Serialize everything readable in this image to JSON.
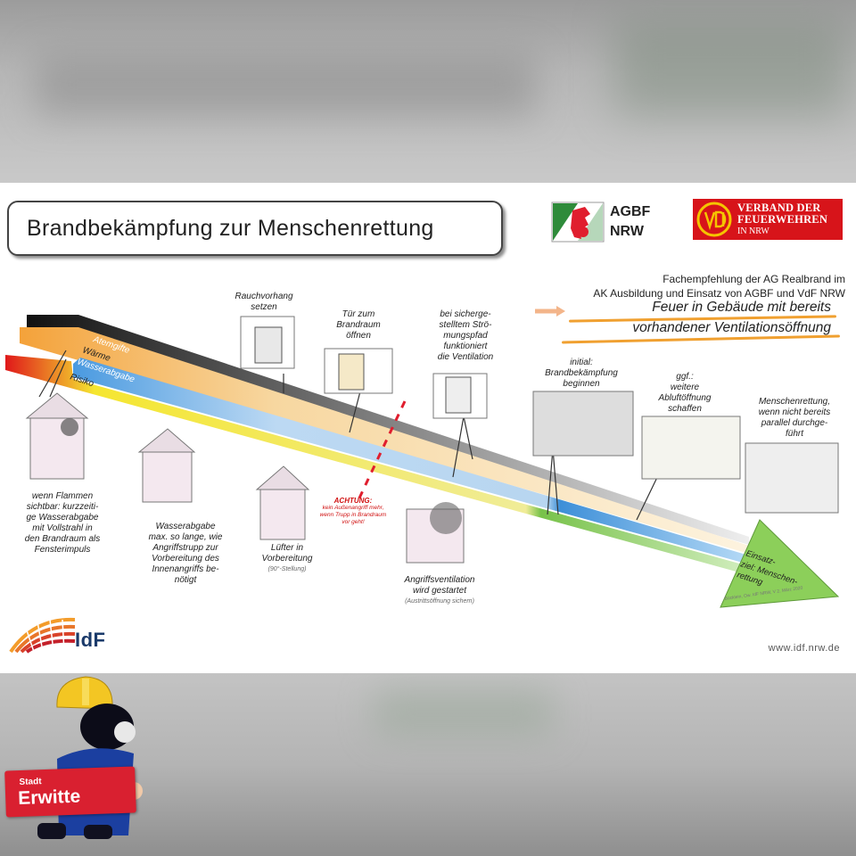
{
  "slide": {
    "title": "Brandbekämpfung zur Menschenrettung",
    "logo_agbf": [
      "AGBF",
      "NRW"
    ],
    "logo_vdf": [
      "VERBAND DER",
      "FEUERWEHREN",
      "IN NRW"
    ],
    "fachempfehlung": [
      "Fachempfehlung der AG Realbrand im",
      "AK Ausbildung und Einsatz von AGBF und VdF NRW"
    ],
    "subtitle": [
      "Feuer in Gebäude mit bereits",
      "vorhandener Ventilationsöffnung"
    ],
    "bands": [
      {
        "label": "Atemgifte",
        "color": "#1b1b1b"
      },
      {
        "label": "Wärme",
        "color": "#f4a23a"
      },
      {
        "label": "Wasserabgabe",
        "color": "#3d8fd8"
      },
      {
        "label": "Risiko",
        "color": "#e0181a"
      }
    ],
    "steps": {
      "s1": [
        "wenn Flammen",
        "sichtbar: kurzzeiti-",
        "ge Wasserabgabe",
        "mit Vollstrahl in",
        "den Brandraum als",
        "Fensterimpuls"
      ],
      "s2": [
        "Wasserabgabe",
        "max. so lange, wie",
        "Angriffstrupp zur",
        "Vorbereitung des",
        "Innenangriffs be-",
        "nötigt"
      ],
      "s3": [
        "Rauchvorhang",
        "setzen"
      ],
      "s4": [
        "Lüfter in",
        "Vorbereitung"
      ],
      "s4_sub": "(90°-Stellung)",
      "s5": [
        "Tür zum",
        "Brandraum",
        "öffnen"
      ],
      "s6_head": "ACHTUNG:",
      "s6_body": [
        "kein Außenangriff mehr,",
        "wenn Trupp in Brandraum",
        "vor geht!"
      ],
      "s7": [
        "bei sicherge-",
        "stelltem Strö-",
        "mungspfad",
        "funktioniert",
        "die Ventilation"
      ],
      "s8": [
        "Angriffsventilation",
        "wird gestartet"
      ],
      "s8_sub": "(Austrittsöffnung sichern)",
      "s9": [
        "initial:",
        "Brandbekämpfung",
        "beginnen"
      ],
      "s10": [
        "ggf.:",
        "weitere",
        "Abluftöffnung",
        "schaffen"
      ],
      "s11": [
        "Menschenrettung,",
        "wenn nicht bereits",
        "parallel durchge-",
        "führt"
      ],
      "goal": [
        "Einsatz-",
        "ziel: Menschen-",
        "rettung"
      ]
    },
    "credit": "Bücklein, Ow. IdF NRW, V 2, März 2020",
    "idf_logo": "IdF",
    "footer_url": "www.idf.nrw.de"
  },
  "mascot": {
    "line1": "Stadt",
    "line2": "Erwitte"
  },
  "colors": {
    "vdf_red": "#d7141a",
    "underline": "#f0a030",
    "goal_green": "#8ccf5a",
    "idf_blue": "#1a3a6a"
  }
}
